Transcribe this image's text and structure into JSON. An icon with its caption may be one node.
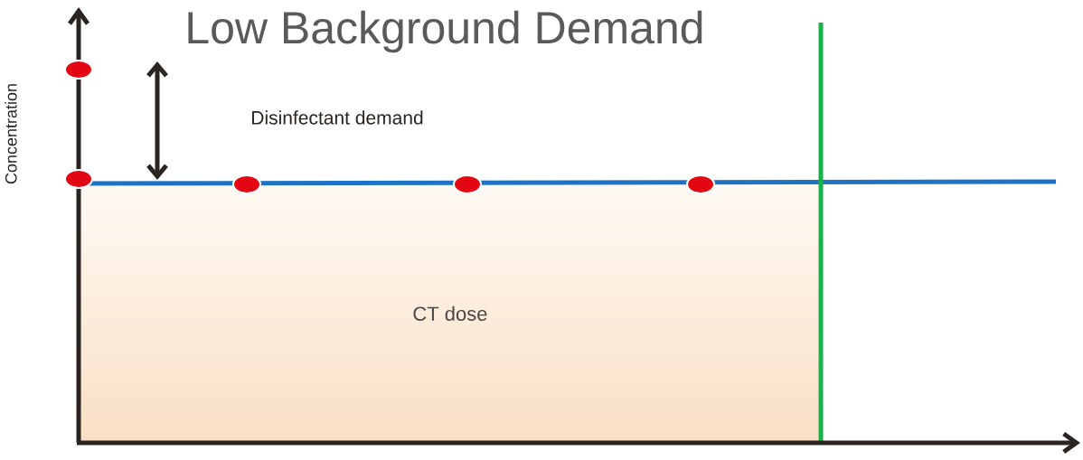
{
  "diagram": {
    "title": "Low Background Demand",
    "nodes": [
      {
        "text": [
          "CT dose"
        ]
      }
    ],
    "labels": [
      "Concentration",
      "Disinfectant demand"
    ]
  }
}
